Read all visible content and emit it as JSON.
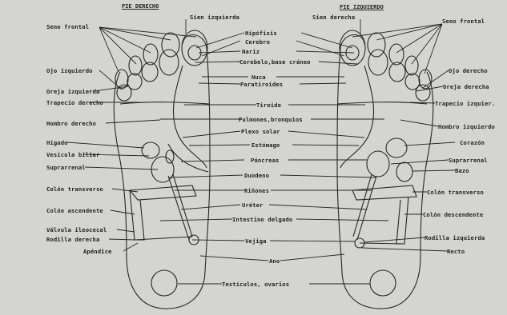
{
  "headers": {
    "left_foot": "PIE DERECHO",
    "right_foot": "PIE IZQUIERDO"
  },
  "labels": {
    "sien_izquierda": "Sien izquierda",
    "sien_derecha": "Sien derecha",
    "seno_frontal_left": "Seno frontal",
    "seno_frontal_right": "Seno frontal",
    "hipofisis": "Hipófisis",
    "cerebro": "Cerebro",
    "nariz": "Nariz",
    "cerebelo": "Cerebelo,base cráneo",
    "nuca": "Nuca",
    "paratiroides": "Paratiroides",
    "tiroide": "Tiroide",
    "pulmones": "Pulmones,bronquios",
    "plexo_solar": "Plexo solar",
    "estomago": "Estómago",
    "pancreas": "Páncreas",
    "duodeno": "Duodeno",
    "rinones": "Riñones",
    "ureter": "Uréter",
    "intestino_delgado": "Intestino delgado",
    "vejiga": "Vejiga",
    "ano": "Ano",
    "testiculos": "Testículos, ovarios",
    "ojo_izquierdo": "Ojo izquierdo",
    "oreja_izquierda": "Oreja izquierda",
    "trapecio_derecho": "Trapecio derecho",
    "hombro_derecho": "Hombro derecho",
    "higado": "Hígado",
    "vesicula_biliar": "Vesícula biliar",
    "suprarrenal_left": "Suprarrenal",
    "colon_transverso_left": "Colón transverso",
    "colon_ascendente": "Colón ascendente",
    "valvula_ileocecal": "Válvula ileocecal",
    "rodilla_derecha": "Rodilla derecha",
    "apendice": "Apéndice",
    "ojo_derecho": "Ojo derecho",
    "oreja_derecha": "Oreja derecha",
    "trapecio_izquierdo": "Trapecio izquier.",
    "hombro_izquierdo": "Hombro izquierdo",
    "corazon": "Corazón",
    "suprarrenal_right": "Suprarrenal",
    "bazo": "Bazo",
    "colon_transverso_right": "Colón transverso",
    "colon_descendente": "Colón descendente",
    "rodilla_izquierda": "Rodilla izquierda",
    "recto": "Recto"
  },
  "colors": {
    "background": "#d4d4d1",
    "ink": "#222222"
  }
}
